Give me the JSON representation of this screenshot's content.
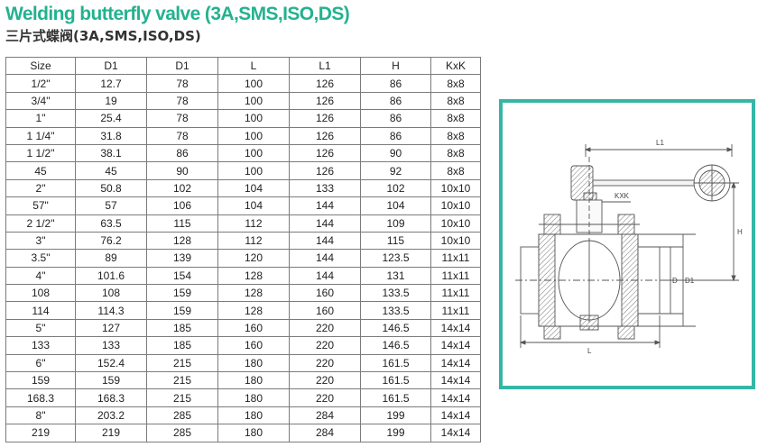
{
  "title_en": "Welding butterfly valve (3A,SMS,ISO,DS)",
  "title_cn": "三片式蝶阀(3A,SMS,ISO,DS)",
  "table": {
    "headers": [
      "Size",
      "D1",
      "D1",
      "L",
      "L1",
      "H",
      "KxK"
    ],
    "rows": [
      [
        "1/2\"",
        "12.7",
        "78",
        "100",
        "126",
        "86",
        "8x8"
      ],
      [
        "3/4\"",
        "19",
        "78",
        "100",
        "126",
        "86",
        "8x8"
      ],
      [
        "1\"",
        "25.4",
        "78",
        "100",
        "126",
        "86",
        "8x8"
      ],
      [
        "1 1/4\"",
        "31.8",
        "78",
        "100",
        "126",
        "86",
        "8x8"
      ],
      [
        "1 1/2\"",
        "38.1",
        "86",
        "100",
        "126",
        "90",
        "8x8"
      ],
      [
        "45",
        "45",
        "90",
        "100",
        "126",
        "92",
        "8x8"
      ],
      [
        "2\"",
        "50.8",
        "102",
        "104",
        "133",
        "102",
        "10x10"
      ],
      [
        "57\"",
        "57",
        "106",
        "104",
        "144",
        "104",
        "10x10"
      ],
      [
        "2 1/2\"",
        "63.5",
        "115",
        "112",
        "144",
        "109",
        "10x10"
      ],
      [
        "3\"",
        "76.2",
        "128",
        "112",
        "144",
        "115",
        "10x10"
      ],
      [
        "3.5\"",
        "89",
        "139",
        "120",
        "144",
        "123.5",
        "11x11"
      ],
      [
        "4\"",
        "101.6",
        "154",
        "128",
        "144",
        "131",
        "11x11"
      ],
      [
        "108",
        "108",
        "159",
        "128",
        "160",
        "133.5",
        "11x11"
      ],
      [
        "114",
        "114.3",
        "159",
        "128",
        "160",
        "133.5",
        "11x11"
      ],
      [
        "5\"",
        "127",
        "185",
        "160",
        "220",
        "146.5",
        "14x14"
      ],
      [
        "133",
        "133",
        "185",
        "160",
        "220",
        "146.5",
        "14x14"
      ],
      [
        "6\"",
        "152.4",
        "215",
        "180",
        "220",
        "161.5",
        "14x14"
      ],
      [
        "159",
        "159",
        "215",
        "180",
        "220",
        "161.5",
        "14x14"
      ],
      [
        "168.3",
        "168.3",
        "215",
        "180",
        "220",
        "161.5",
        "14x14"
      ],
      [
        "8\"",
        "203.2",
        "285",
        "180",
        "284",
        "199",
        "14x14"
      ],
      [
        "219",
        "219",
        "285",
        "180",
        "284",
        "199",
        "14x14"
      ]
    ]
  },
  "drawing": {
    "labels": {
      "l1": "L1",
      "kxk": "KXK",
      "h": "H",
      "d1": "D1",
      "d": "D",
      "l": "L"
    },
    "frame_color": "#36b6a6",
    "line_color": "#555555"
  }
}
